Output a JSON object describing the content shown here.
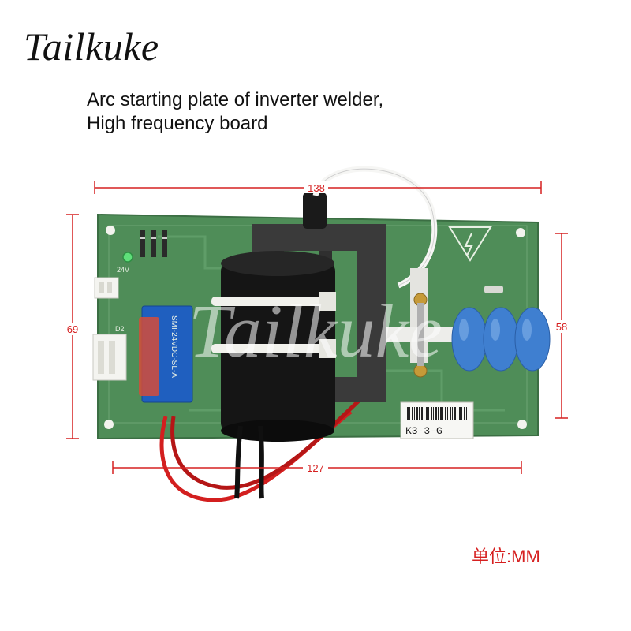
{
  "brand": "Tailkuke",
  "description": {
    "line1": "Arc starting plate of inverter welder,",
    "line2": "High frequency board"
  },
  "dimensions": {
    "top_width": "138",
    "bottom_width": "127",
    "left_height": "69",
    "right_height": "58"
  },
  "unit_label": "单位:MM",
  "board": {
    "relay_text": "SMI-24VDC-SL-A",
    "label_code": "K3-3-G",
    "silk_d2": "D2",
    "silk_24v": "24V"
  },
  "watermark": "Tailkuke",
  "colors": {
    "pcb": "#4c8a55",
    "dimension": "#d62020",
    "relay": "#1f5fbf",
    "capacitor": "#3f7fd0"
  }
}
